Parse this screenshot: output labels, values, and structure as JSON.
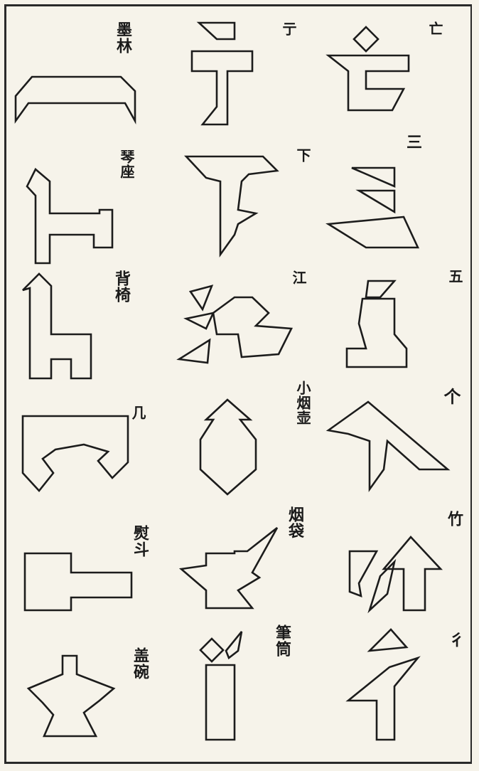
{
  "labels": {
    "moshu": "墨林",
    "xu": "亍",
    "wang": "亡",
    "qin": "琴座",
    "xia": "下",
    "san": "三",
    "beiyi": "背椅",
    "jiang": "江",
    "wu": "五",
    "ji": "几",
    "yanhu": "小烟壶",
    "ge": "个",
    "yundou": "熨斗",
    "yandai": "烟袋",
    "zhu": "竹",
    "gaiyan": "盖碗",
    "bitong": "筆筒",
    "chi": "彳"
  }
}
